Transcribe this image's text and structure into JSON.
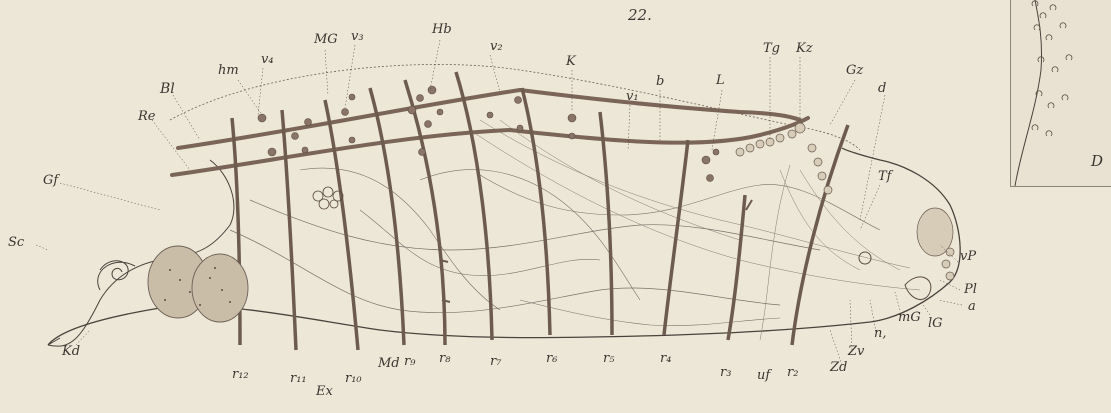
{
  "figure": {
    "plate_number": "22.",
    "inset_label": "D",
    "colors": {
      "paper": "#ede7d8",
      "ink": "#3a3530",
      "muscle": "#7a6558",
      "organ_dot": "#8a7468"
    }
  },
  "labels": {
    "Sc": "Sc",
    "Gf": "Gf",
    "Re": "Re",
    "Bl": "Bl",
    "hm": "hm",
    "v4": "v₄",
    "MG": "MG",
    "v3": "v₃",
    "Hb": "Hb",
    "v2": "v₂",
    "K": "K",
    "v1": "v₁",
    "b": "b",
    "L": "L",
    "Tg": "Tg",
    "Kz": "Kz",
    "Gz": "Gz",
    "d": "d",
    "Tf": "Tf",
    "vP": "vP",
    "Pl": "Pl",
    "a": "a",
    "lG": "lG",
    "mG": "mG",
    "n1": "n,",
    "Zv": "Zv",
    "Zd": "Zd",
    "Kd": "Kd",
    "r12": "r₁₂",
    "r11": "r₁₁",
    "Ex": "Ex",
    "r10": "r₁₀",
    "Md": "Md",
    "r9": "r₉",
    "r8": "r₈",
    "r7": "r₇",
    "r6": "r₆",
    "r5": "r₅",
    "r4": "r₄",
    "r3": "r₃",
    "uf": "uf",
    "r2": "r₂"
  }
}
